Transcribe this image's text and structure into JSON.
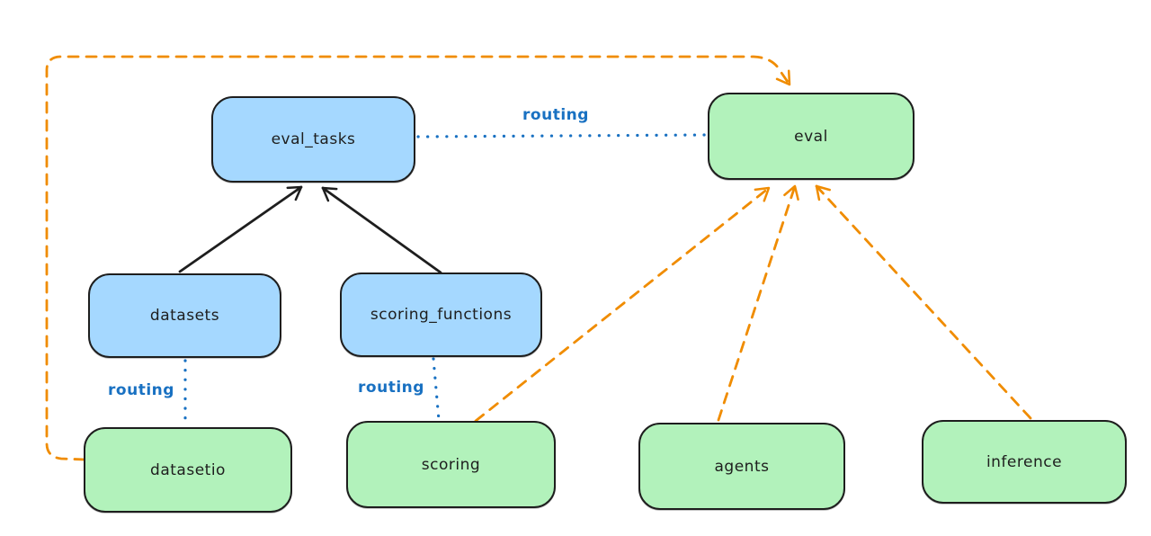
{
  "diagram": {
    "type": "architecture-flow",
    "background": "#ffffff",
    "colors": {
      "api_node_fill": "#a5d8ff",
      "provider_node_fill": "#b2f2bb",
      "node_stroke": "#1e1e1e",
      "solid_arrow": "#1e1e1e",
      "routing_line": "#1971c2",
      "dashed_arrow": "#f08c00"
    }
  },
  "nodes": [
    {
      "label": "eval_tasks",
      "kind": "blue"
    },
    {
      "label": "eval",
      "kind": "green"
    },
    {
      "label": "datasets",
      "kind": "blue"
    },
    {
      "label": "scoring_functions",
      "kind": "blue"
    },
    {
      "label": "datasetio",
      "kind": "green"
    },
    {
      "label": "scoring",
      "kind": "green"
    },
    {
      "label": "agents",
      "kind": "green"
    },
    {
      "label": "inference",
      "kind": "green"
    }
  ],
  "edges": [
    {
      "from": "eval_tasks",
      "to": "eval",
      "style": "dotted",
      "color": "#1971c2",
      "arrow": false,
      "label": "routing"
    },
    {
      "from": "datasets",
      "to": "eval_tasks",
      "style": "solid",
      "color": "#1e1e1e",
      "arrow": true,
      "label": ""
    },
    {
      "from": "scoring_functions",
      "to": "eval_tasks",
      "style": "solid",
      "color": "#1e1e1e",
      "arrow": true,
      "label": ""
    },
    {
      "from": "datasets",
      "to": "datasetio",
      "style": "dotted",
      "color": "#1971c2",
      "arrow": false,
      "label": "routing"
    },
    {
      "from": "scoring_functions",
      "to": "scoring",
      "style": "dotted",
      "color": "#1971c2",
      "arrow": false,
      "label": "routing"
    },
    {
      "from": "datasetio",
      "to": "eval",
      "style": "dashed",
      "color": "#f08c00",
      "arrow": true,
      "label": ""
    },
    {
      "from": "scoring",
      "to": "eval",
      "style": "dashed",
      "color": "#f08c00",
      "arrow": true,
      "label": ""
    },
    {
      "from": "agents",
      "to": "eval",
      "style": "dashed",
      "color": "#f08c00",
      "arrow": true,
      "label": ""
    },
    {
      "from": "inference",
      "to": "eval",
      "style": "dashed",
      "color": "#f08c00",
      "arrow": true,
      "label": ""
    }
  ]
}
